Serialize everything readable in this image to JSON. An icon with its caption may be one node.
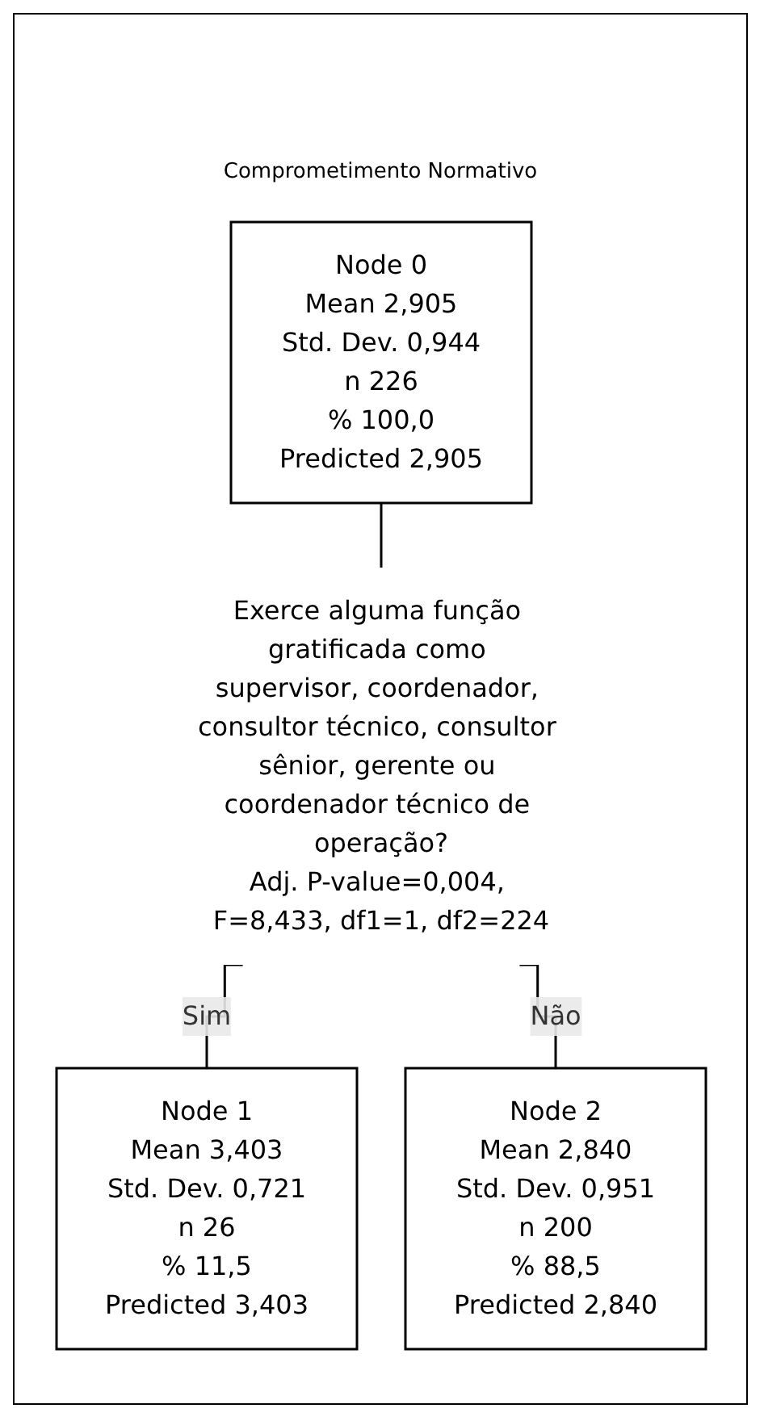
{
  "diagram": {
    "title": "Comprometimento Normativo",
    "nodes": [
      {
        "text": [
          "Node 0",
          "Mean 2,905",
          "Std. Dev. 0,944",
          "n 226",
          "% 100,0",
          "Predicted 2,905"
        ]
      },
      {
        "text": [
          "Exerce alguma função gratificada como supervisor, coordenador, consultor técnico, consultor sênior, gerente ou coordenador técnico de operação?",
          "Adj. P-value=0,004, F=8,433, df1=1, df2=224"
        ]
      },
      {
        "text": [
          "Node 1",
          "Mean 3,403",
          "Std. Dev. 0,721",
          "n 26",
          "% 11,5",
          "Predicted 3,403"
        ]
      },
      {
        "text": [
          "Node 2",
          "Mean 2,840",
          "Std. Dev. 0,951",
          "n 200",
          "% 88,5",
          "Predicted 2,840"
        ]
      }
    ],
    "edges": [
      {
        "from": 0,
        "to": 1,
        "arrow": "none"
      },
      {
        "from": 1,
        "to": 2,
        "arrow": "none",
        "label": "Sim"
      },
      {
        "from": 1,
        "to": 3,
        "arrow": "none",
        "label": "Não"
      }
    ]
  }
}
